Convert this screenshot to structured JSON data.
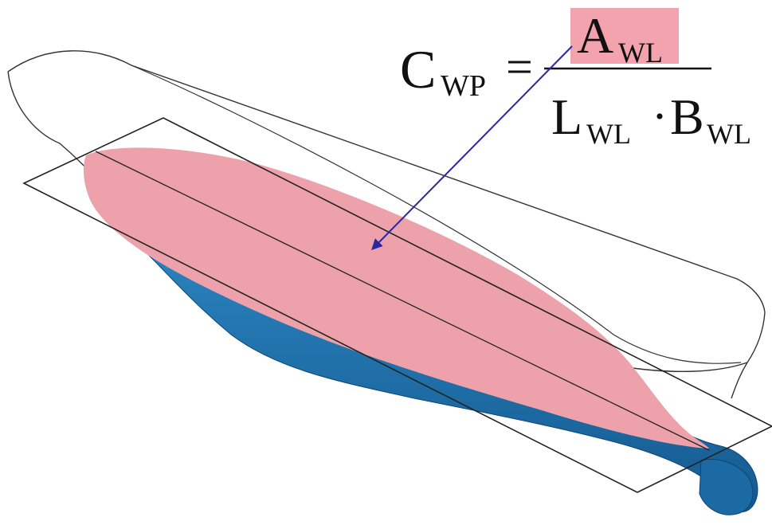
{
  "formula": {
    "lhs_main": "C",
    "lhs_sub": "WP",
    "equals": "=",
    "numerator_main": "A",
    "numerator_sub": "WL",
    "length_main": "L",
    "length_sub": "WL",
    "dot": "·",
    "beam_main": "B",
    "beam_sub": "WL"
  },
  "colors": {
    "waterplane_fill": "#eda1aa",
    "hull_fill": "#2070a8",
    "hull_dark": "#0f4f82",
    "highlight": "#f2a3ad",
    "arrow": "#2a2aa0",
    "outline": "#222222"
  }
}
